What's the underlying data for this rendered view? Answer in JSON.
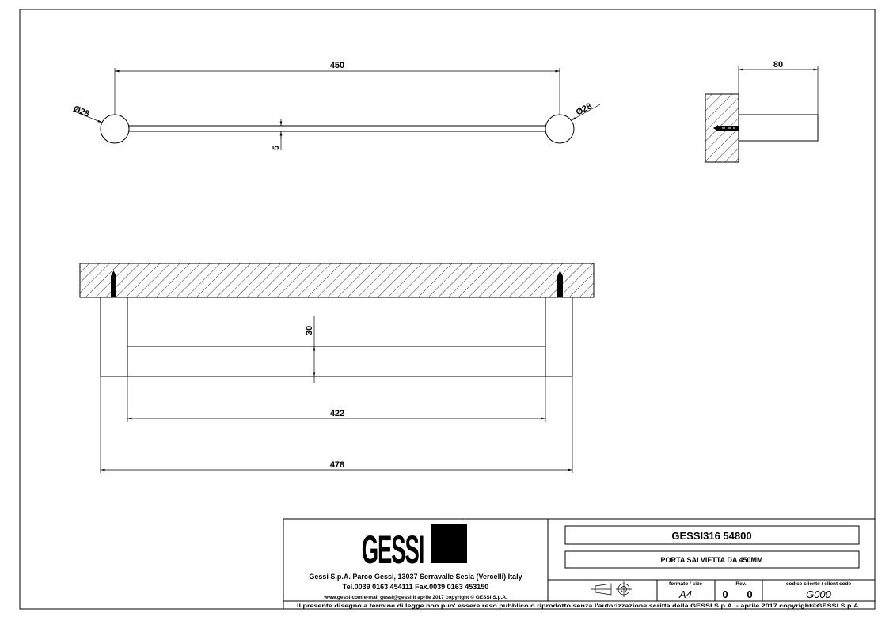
{
  "dimensions": {
    "length": "450",
    "diameter_left": "Ø28",
    "diameter_right": "Ø28",
    "bar_thickness": "5",
    "depth": "80",
    "bar_height": "30",
    "inner_length": "422",
    "overall_length": "478"
  },
  "title_block": {
    "logo": "GESSI",
    "address": "Gessi S.p.A. Parco Gessi, 13037 Serravalle Sesia (Vercelli) Italy",
    "phone": "Tel.0039 0163 454111 Fax.0039 0163 453150",
    "web": "www.gessi.com e-mail gessi@gessi.it    aprile 2017    copyright © GESSI S.p.A.",
    "code": "GESSI316 54800",
    "description": "PORTA SALVIETTA DA 450MM",
    "format_label": "formato / size",
    "format_value": "A4",
    "rev_label": "Rev.",
    "rev_value_1": "0",
    "rev_value_2": "0",
    "client_code_label": "codice cliente / client code",
    "client_code_value": "G000",
    "disclaimer": "Il presente disegno a termine di legge non puo' essere reso pubblico o riprodotto senza l'autorizzazione scritta della GESSI S.p.A. - aprile 2017 copyright©GESSI S.p.A."
  }
}
